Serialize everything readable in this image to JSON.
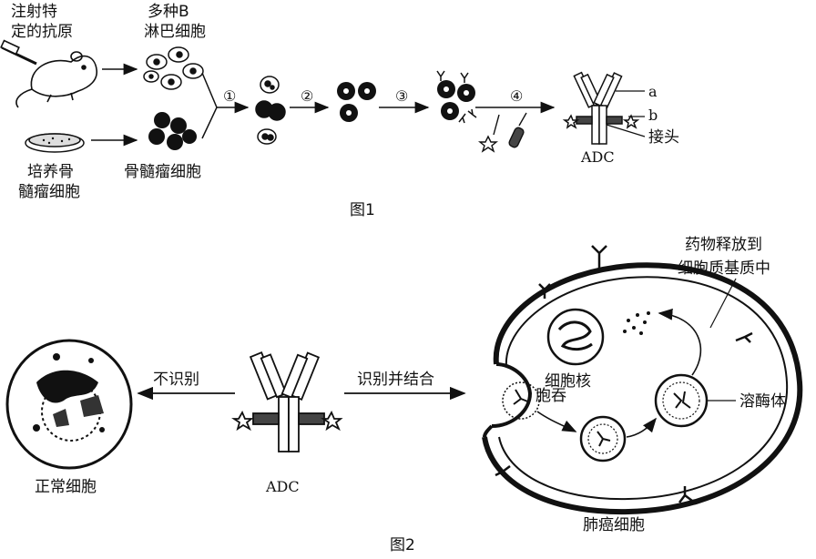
{
  "figure1": {
    "caption": "图1",
    "mouse_label": [
      "注射特",
      "定的抗原"
    ],
    "dish_label": [
      "培养骨",
      "髓瘤细胞"
    ],
    "b_cells_label": [
      "多种B",
      "淋巴细胞"
    ],
    "myeloma_label": "骨髓瘤细胞",
    "steps": [
      "①",
      "②",
      "③",
      "④"
    ],
    "adc_label": "ADC",
    "part_a": "a",
    "part_b": "b",
    "linker": "接头"
  },
  "figure2": {
    "caption": "图2",
    "normal_cell": "正常细胞",
    "not_recognized": "不识别",
    "recognize_bind": "识别并结合",
    "adc_label": "ADC",
    "nucleus": "细胞核",
    "endocytosis": "胞吞",
    "lysosome": "溶酶体",
    "drug_release": [
      "药物释放到",
      "细胞质基质中"
    ],
    "lung_cancer_cell": "肺癌细胞"
  }
}
